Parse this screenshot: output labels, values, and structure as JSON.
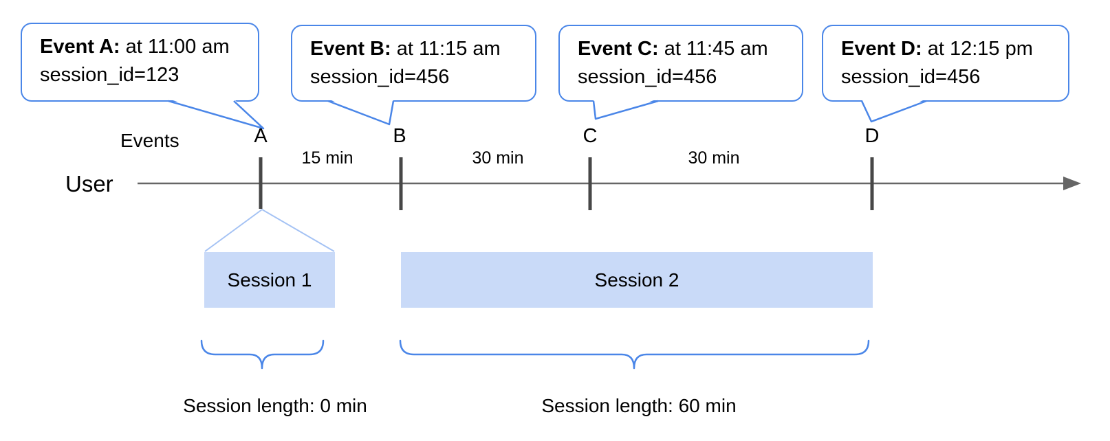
{
  "colors": {
    "bubble_border": "#4a86e8",
    "brace": "#4a86e8",
    "session_fill": "#c9daf8",
    "funnel_line": "#a4c2f4",
    "timeline_line": "#666666",
    "tick": "#474747",
    "text": "#000000"
  },
  "event_callouts": [
    {
      "event_label": "Event A:",
      "time_text": " at 11:00 am",
      "session_text": "session_id=123"
    },
    {
      "event_label": "Event B:",
      "time_text": " at 11:15 am",
      "session_text": "session_id=456"
    },
    {
      "event_label": "Event C:",
      "time_text": " at 11:45 am",
      "session_text": "session_id=456"
    },
    {
      "event_label": "Event D:",
      "time_text": " at 12:15 pm",
      "session_text": "session_id=456"
    }
  ],
  "events_row": {
    "label": "Events",
    "markers": [
      "A",
      "B",
      "C",
      "D"
    ]
  },
  "timeline": {
    "user_label": "User",
    "interval_labels": [
      "15 min",
      "30 min",
      "30 min"
    ]
  },
  "sessions": [
    {
      "label": "Session 1"
    },
    {
      "label": "Session 2"
    }
  ],
  "session_lengths": [
    {
      "label": "Session length: 0 min"
    },
    {
      "label": "Session length: 60 min"
    }
  ]
}
